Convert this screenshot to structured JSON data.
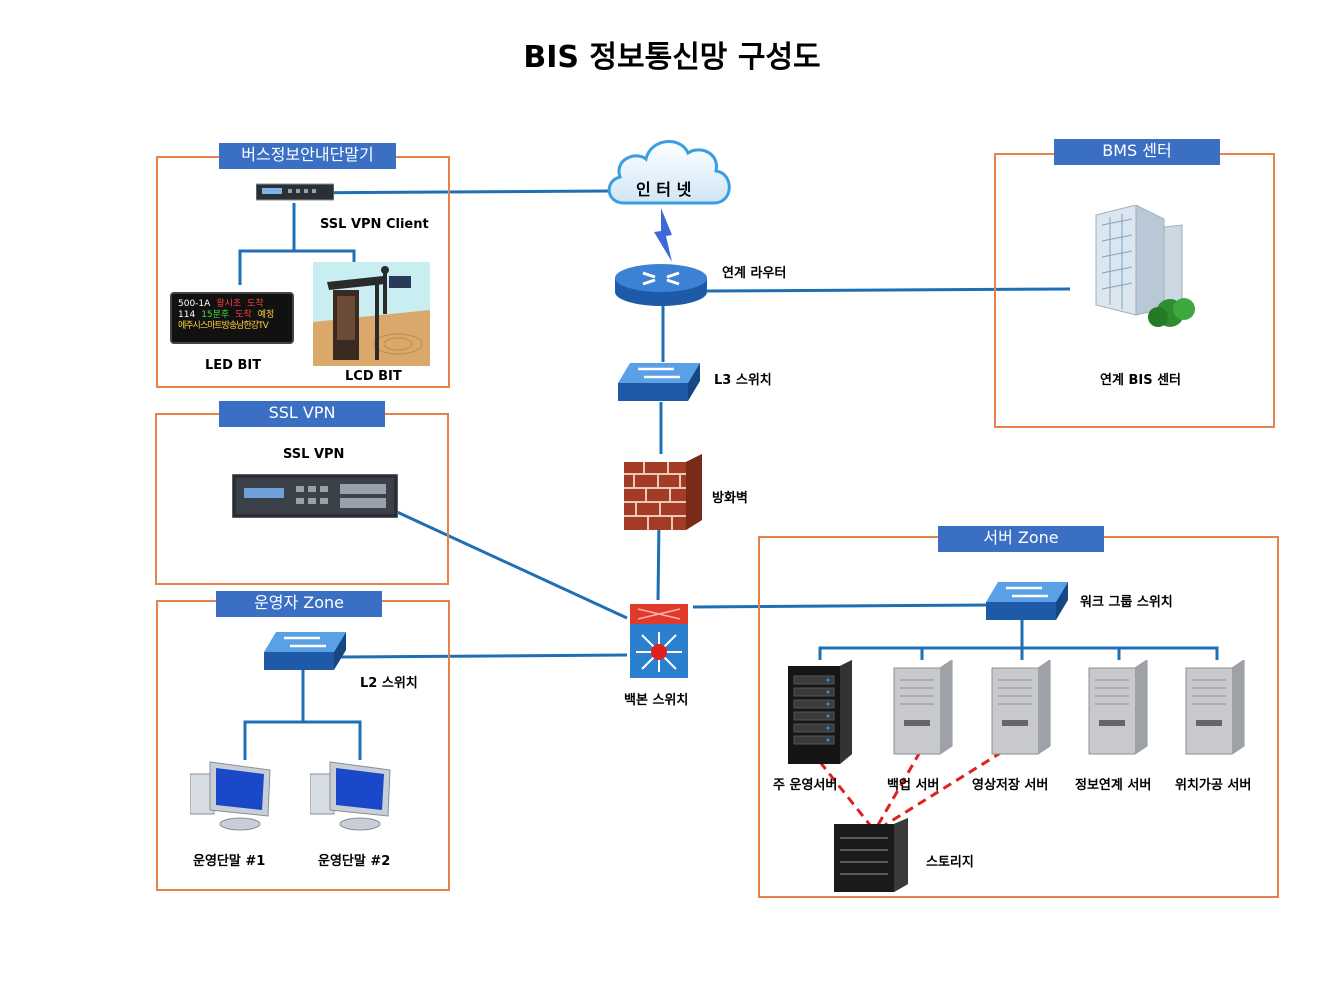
{
  "title": "BIS 정보통신망 구성도",
  "groups": {
    "bus_info": "버스정보안내단말기",
    "ssl_vpn": "SSL VPN",
    "operator": "운영자 Zone",
    "bms": "BMS 센터",
    "server": "서버 Zone"
  },
  "labels": {
    "ssl_client": "SSL VPN Client",
    "led_bit": "LED BIT",
    "lcd_bit": "LCD BIT",
    "ssl_vpn_device": "SSL VPN",
    "l2_switch": "L2 스위치",
    "terminal1": "운영단말 #1",
    "terminal2": "운영단말 #2",
    "internet": "인 터 넷",
    "router": "연계 라우터",
    "l3_switch": "L3 스위치",
    "firewall": "방화벽",
    "backbone": "백본 스위치",
    "bis_center": "연계 BIS 센터",
    "wg_switch": "워크 그룹 스위치",
    "main_server": "주 운영서버",
    "backup_server": "백업 서버",
    "video_server": "영상저장 서버",
    "info_server": "정보연계 서버",
    "location_server": "위치가공 서버",
    "storage": "스토리지"
  },
  "led_display": {
    "row1": [
      "500-1A",
      "왕시초",
      "도착"
    ],
    "row2": [
      "114",
      "15분후",
      "도착",
      "예정"
    ],
    "row3": "에주시스마트방송남한강TV"
  },
  "colors": {
    "box_border": "#e8824a",
    "header_bg": "#3a6fc4",
    "link": "#1f6fb4",
    "storage_link": "#e02020"
  }
}
